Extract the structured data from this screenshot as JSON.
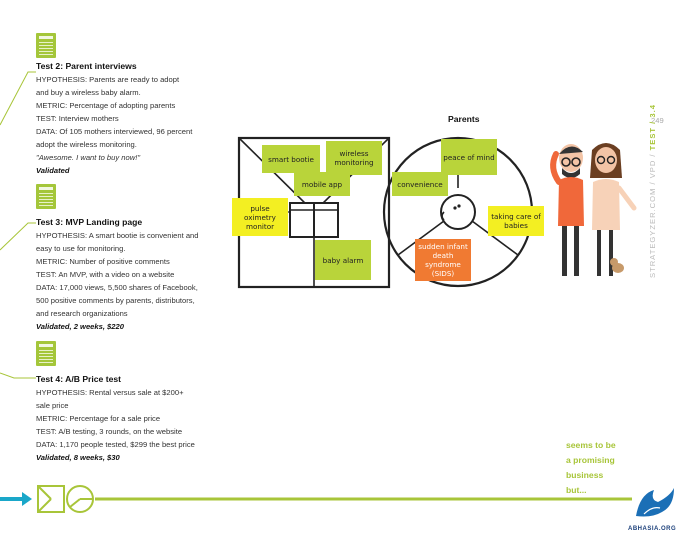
{
  "tests": [
    {
      "title": "Test 2: Parent interviews",
      "lines": [
        "HYPOTHESIS: Parents are ready to adopt",
        "and buy a wireless baby alarm.",
        "METRIC: Percentage of adopting parents",
        "TEST: Interview mothers",
        "DATA: Of 105 mothers interviewed, 96 percent",
        "adopt the wireless monitoring."
      ],
      "quote": "\"Awesome. I want to buy now!\"",
      "verdict": "Validated"
    },
    {
      "title": "Test 3: MVP Landing page",
      "lines": [
        "HYPOTHESIS: A smart bootie is convenient and",
        "easy to use for monitoring.",
        "METRIC: Number of positive comments",
        "TEST: An MVP, with a video on a website",
        "DATA: 17,000 views, 5,500 shares of Facebook,",
        "500 positive comments by parents, distributors,",
        "and research organizations"
      ],
      "verdict": "Validated, 2 weeks, $220"
    },
    {
      "title": "Test 4: A/B Price test",
      "lines": [
        "HYPOTHESIS: Rental versus sale at $200+",
        "sale price",
        "METRIC: Percentage for a sale price",
        "TEST: A/B testing, 3 rounds, on the website",
        "DATA: 1,170 people tested, $299 the best price"
      ],
      "verdict": "Validated, 8 weeks, $30"
    }
  ],
  "canvas": {
    "segment_label": "Parents",
    "value_stickies": {
      "smart_bootie": "smart bootie",
      "wireless_monitoring": "wireless monitoring",
      "mobile_app": "mobile app",
      "pulse_oximetry": "pulse oximetry monitor",
      "baby_alarm": "baby alarm"
    },
    "customer_stickies": {
      "peace_of_mind": "peace of mind",
      "convenience": "convenience",
      "taking_care": "taking care of babies",
      "sids": "sudden infant death syndrome (SIDS)"
    }
  },
  "page_number": "249",
  "side_text": {
    "prefix": "STRATEGYZER.COM / VPD / ",
    "section": "TEST / 3.4"
  },
  "promise_lines": [
    "seems to be",
    "a promising",
    "business",
    "but..."
  ],
  "watermark": "ABHASIA.ORG",
  "colors": {
    "green": "#b9d43a",
    "yellow": "#f3ef22",
    "orange": "#f07a32",
    "accent_green": "#a8c539",
    "teal": "#1aa7c9"
  }
}
